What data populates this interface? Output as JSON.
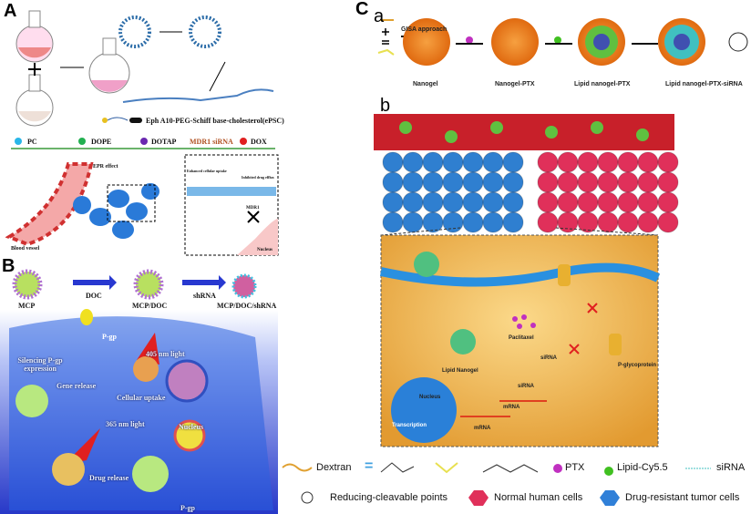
{
  "panel_a": {
    "label": "A",
    "molecule_label": "Eph A10-PEG-Schiff base-cholesterol(ePSC)",
    "legend": [
      "PC",
      "DOPE",
      "DOTAP",
      "MDR1 siRNA",
      "DOX"
    ],
    "epr_label": "EPR effect",
    "vessel_label": "Blood vessel",
    "nucleus_label": "Nucleus",
    "inset_labels": [
      "Enhanced cellular uptake",
      "Inhibited drug efflux",
      "MDR1"
    ]
  },
  "panel_b": {
    "label": "B",
    "steps": [
      "MCP",
      "DOC",
      "MCP/DOC",
      "shRNA",
      "MCP/DOC/shRNA"
    ],
    "labels": {
      "pgp_top": "P-gp",
      "light405": "405 nm light",
      "silencing": "Silencing P-gp expression",
      "gene_release": "Gene release",
      "uptake": "Cellular uptake",
      "light365": "365 nm light",
      "nucleus": "Nucleus",
      "drug_release": "Drug release",
      "pgp_bottom": "P-gp"
    }
  },
  "panel_c": {
    "label": "C",
    "sub_a": "a",
    "sub_b": "b",
    "approach": "GISA approach",
    "stages": [
      "Nanogel",
      "Nanogel-PTX",
      "Lipid nanogel-PTX",
      "Lipid nanogel-PTX-siRNA"
    ],
    "cell_labels": {
      "paclitaxel": "Paclitaxel",
      "sirna1": "siRNA",
      "pgp": "P-glycoprotein",
      "lipid_nanogel": "Lipid Nanogel",
      "sirna2": "siRNA",
      "nucleus": "Nucleus",
      "mrna1": "mRNA",
      "transcription": "Transcription",
      "mrna2": "mRNA"
    },
    "legend": {
      "dextran": "Dextran",
      "equals": "=",
      "ptx": "PTX",
      "lipid": "Lipid-Cy5.5",
      "sirna": "siRNA",
      "cleavable": "Reducing-cleavable points",
      "normal": "Normal human cells",
      "tumor": "Drug-resistant tumor cells"
    }
  },
  "colors": {
    "vessel": "#c8202a",
    "tumor": "#2f7fd0",
    "normal": "#e0305a",
    "cell_bg": "#f0b24a",
    "panel_b_bg": "#3b4fd8",
    "nanogel": "#f08a20"
  }
}
